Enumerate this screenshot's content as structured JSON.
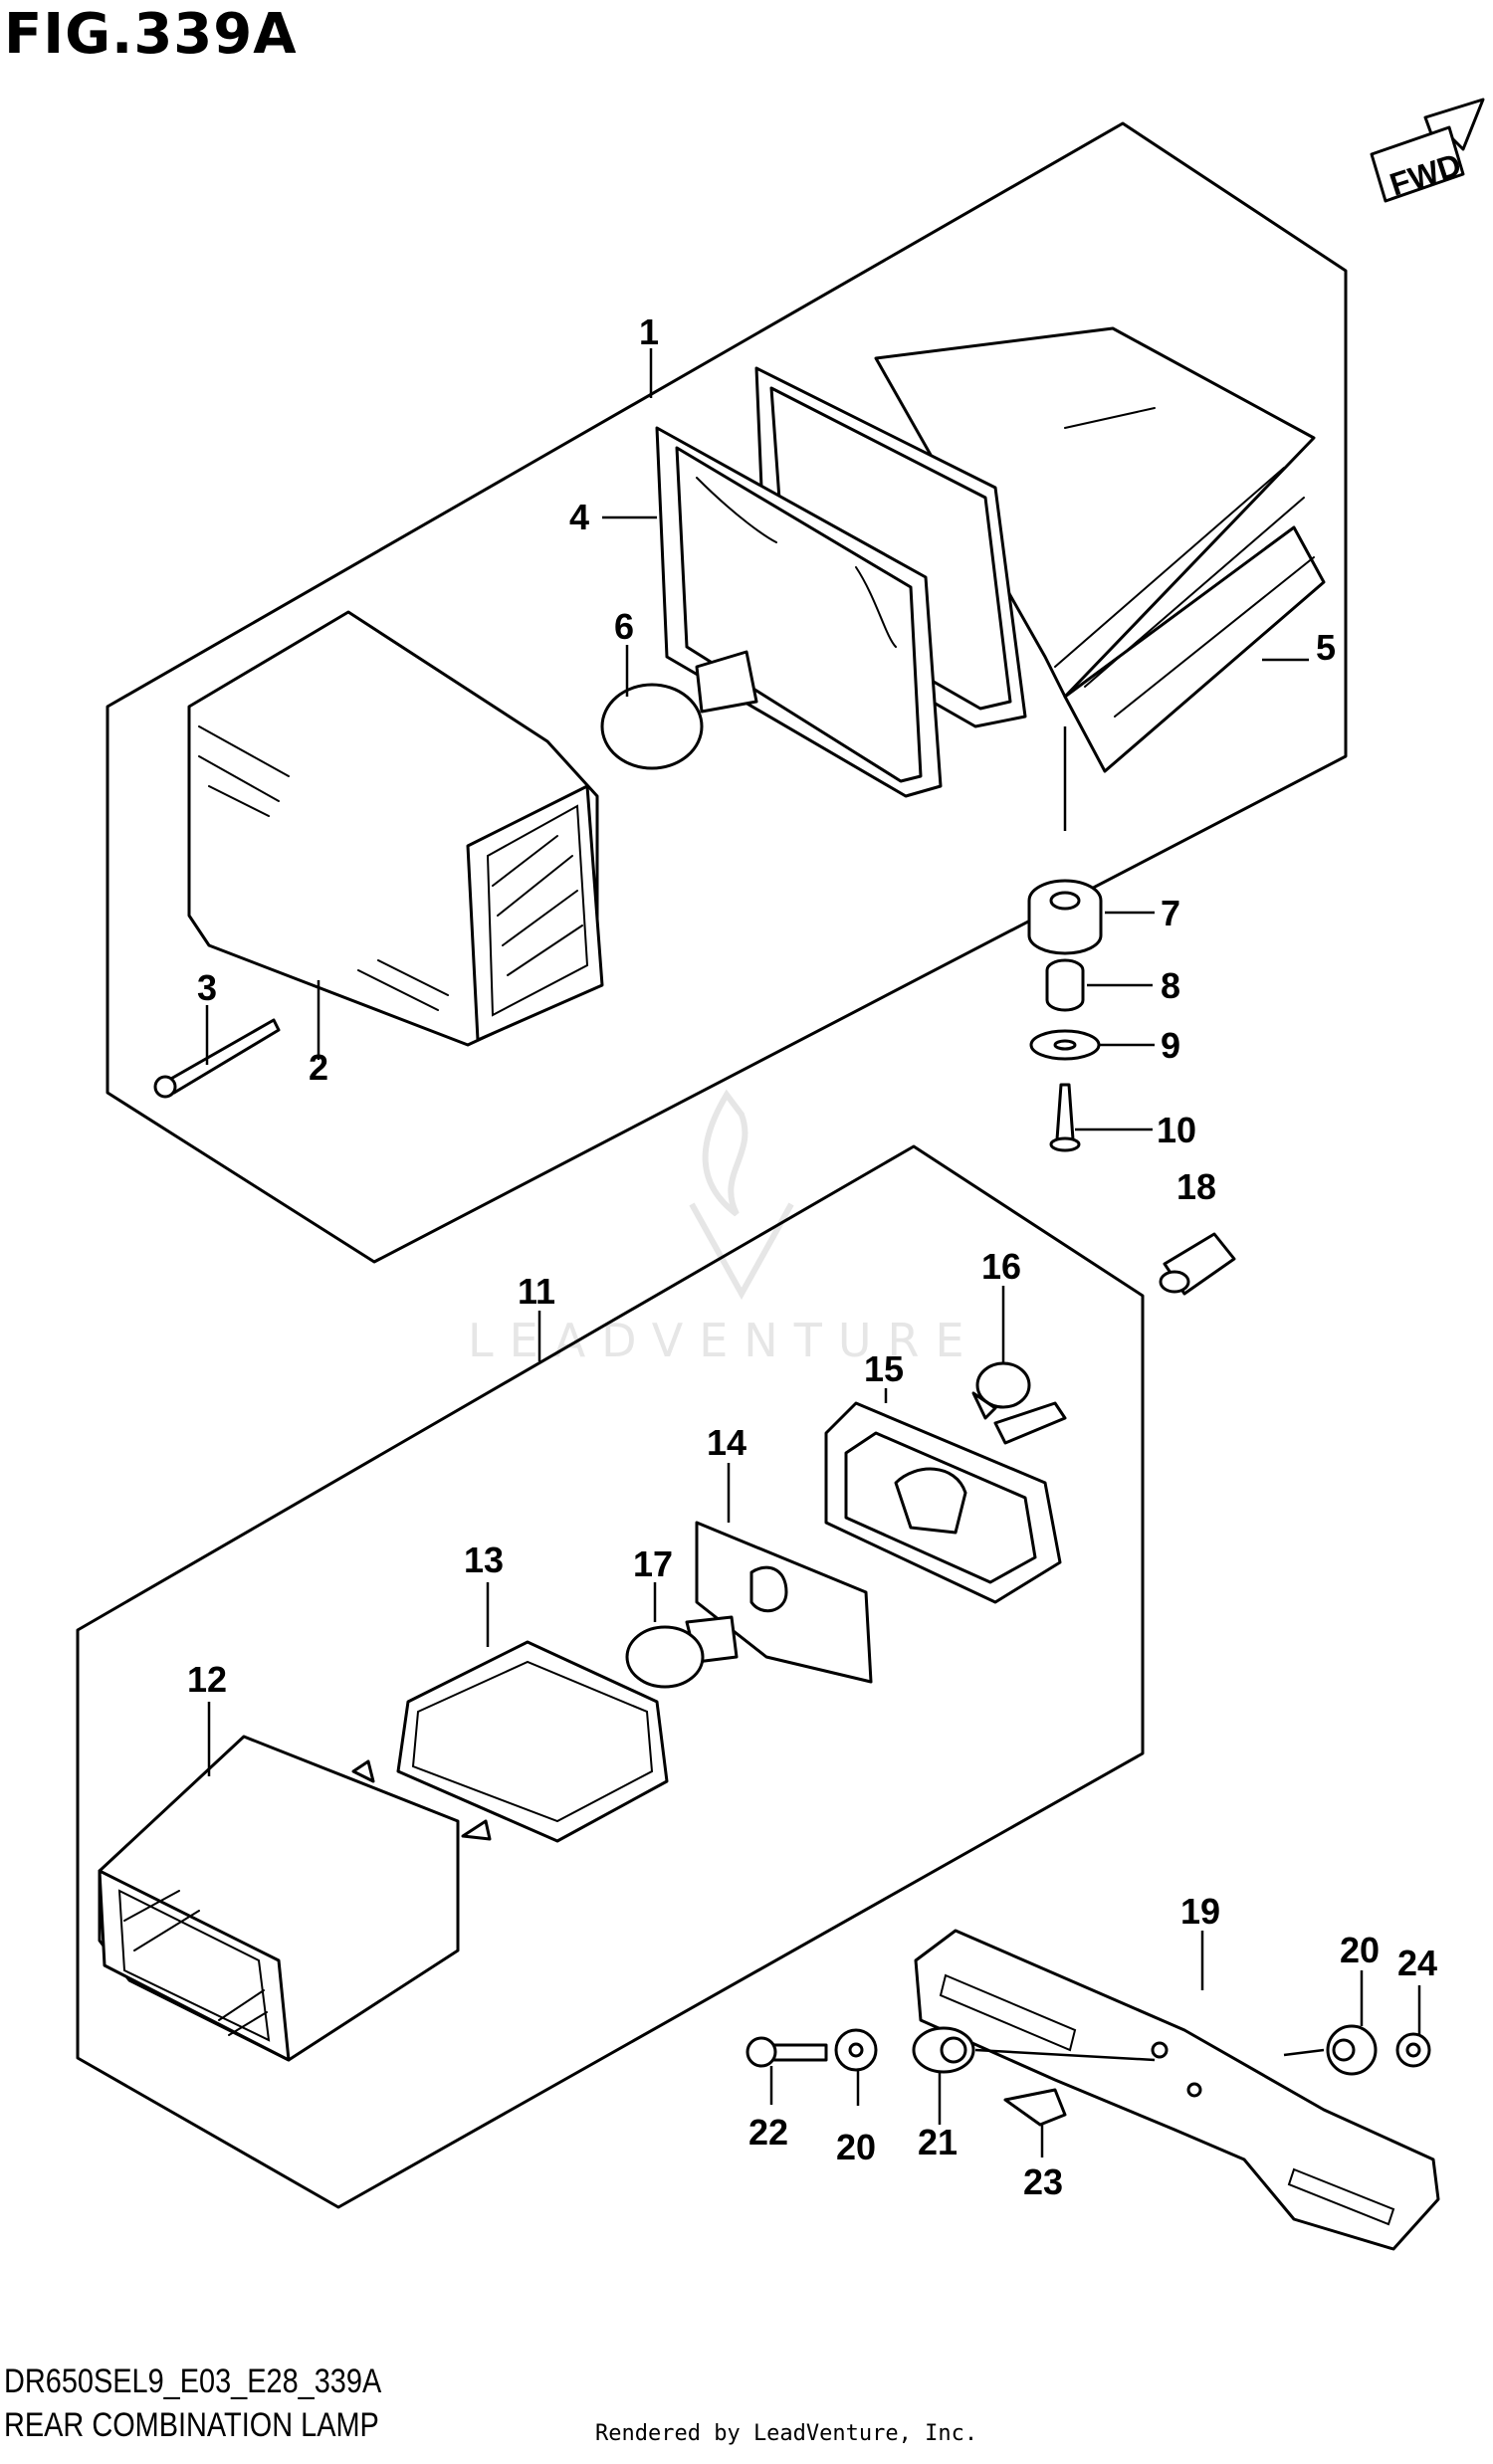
{
  "figure": {
    "title": "FIG.339A",
    "code": "DR650SEL9_E03_E28_339A",
    "name": "REAR COMBINATION LAMP",
    "credit": "Rendered by LeadVenture, Inc.",
    "watermark": "LEADVENTURE",
    "fwd_label": "FWD"
  },
  "callouts": [
    "1",
    "2",
    "3",
    "4",
    "5",
    "6",
    "7",
    "8",
    "9",
    "10",
    "11",
    "12",
    "13",
    "14",
    "15",
    "16",
    "17",
    "18",
    "19",
    "20",
    "20",
    "21",
    "22",
    "23",
    "24"
  ]
}
